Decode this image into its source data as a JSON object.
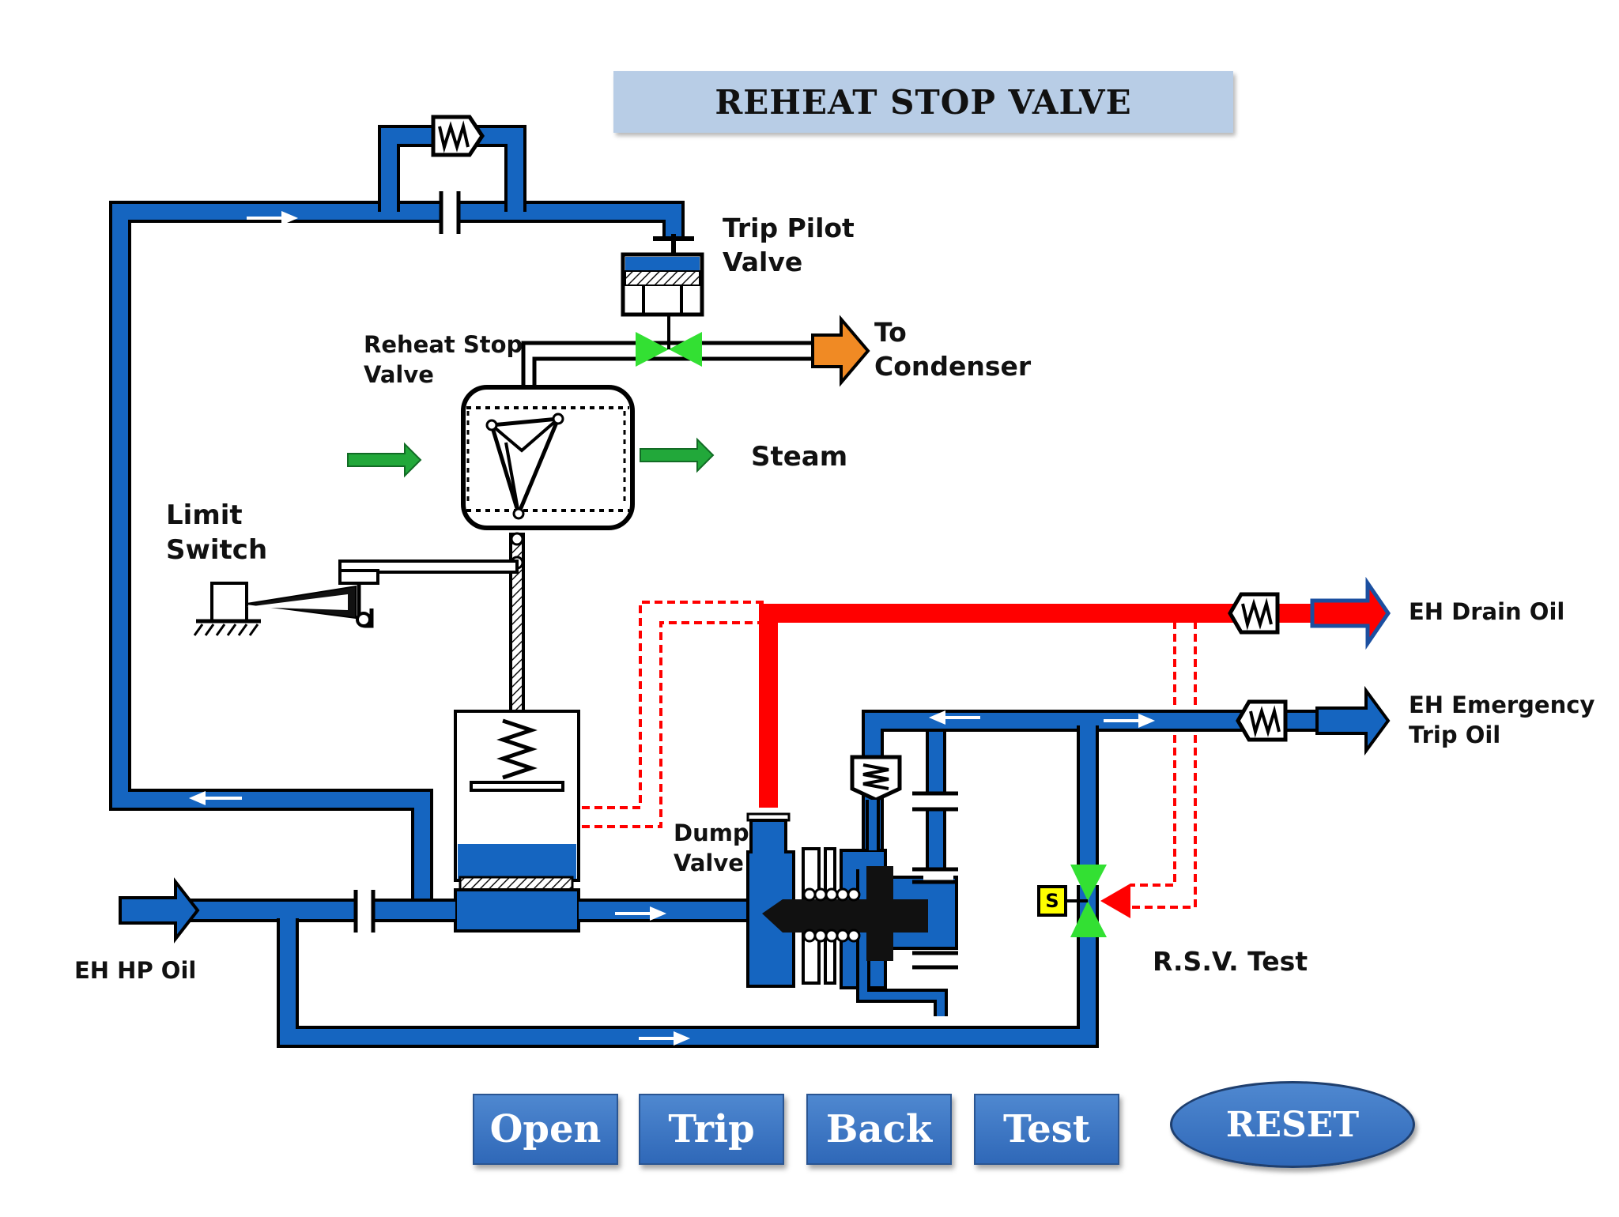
{
  "title": "REHEAT STOP VALVE",
  "labels": {
    "trip_pilot_line1": "Trip Pilot",
    "trip_pilot_line2": "Valve",
    "to_line1": "To",
    "to_line2": "Condenser",
    "rsv_line1": "Reheat Stop",
    "rsv_line2": "Valve",
    "steam": "Steam",
    "limit_line1": "Limit",
    "limit_line2": "Switch",
    "drain_oil": "EH Drain Oil",
    "emergency_line1": "EH Emergency",
    "emergency_line2": "Trip Oil",
    "dump_line1": "Dump",
    "dump_line2": "Valve",
    "hp_oil": "EH HP Oil",
    "rsv_test": "R.S.V. Test",
    "solenoid": "S"
  },
  "buttons": {
    "open": "Open",
    "trip": "Trip",
    "back": "Back",
    "test": "Test",
    "reset": "RESET"
  },
  "colors": {
    "hp_oil_line": "#1565c0",
    "drain_oil_line": "#ff0000",
    "steam_arrow": "#22a83a",
    "condenser_arrow": "#f08a24",
    "valve_green": "#33e033",
    "solenoid_yellow": "#ffff00",
    "button_blue": "#3b74c4"
  }
}
